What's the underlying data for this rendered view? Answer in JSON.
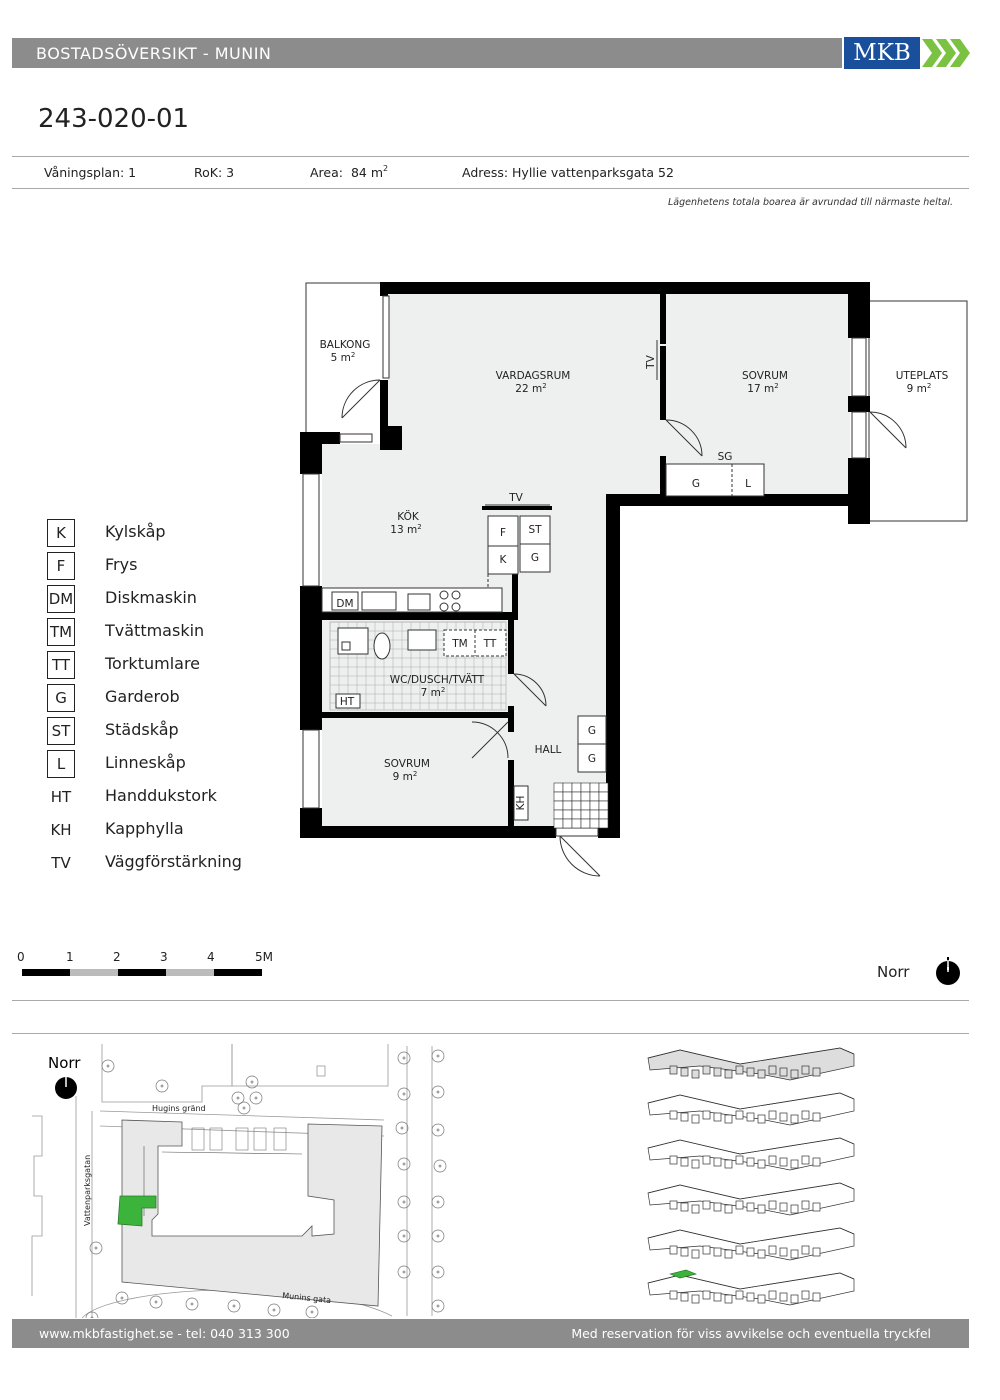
{
  "header": {
    "title": "BOSTADSÖVERSIKT - MUNIN",
    "logo_text": "MKB",
    "brand_blue": "#1a4f9c",
    "brand_green": "#7cc242",
    "bar_gray": "#8c8c8c"
  },
  "apartment_id": "243-020-01",
  "info": {
    "floor_label": "Våningsplan: 1",
    "rok_label": "RoK: 3",
    "area_label": "Area:",
    "area_value": "84 m",
    "area_sup": "2",
    "address_label": "Adress: Hyllie vattenparksgata 52"
  },
  "note": "Lägenhetens totala boarea är avrundad till närmaste heltal.",
  "rooms": [
    {
      "name": "BALKONG",
      "area": "5 m",
      "sup": "2"
    },
    {
      "name": "VARDAGSRUM",
      "area": "22 m",
      "sup": "2"
    },
    {
      "name": "SOVRUM",
      "area": "17 m",
      "sup": "2"
    },
    {
      "name": "UTEPLATS",
      "area": "9 m",
      "sup": "2"
    },
    {
      "name": "KÖK",
      "area": "13 m",
      "sup": "2"
    },
    {
      "name": "WC/DUSCH/TVÄTT",
      "area": "7 m",
      "sup": "2"
    },
    {
      "name": "SOVRUM",
      "area": "9 m",
      "sup": "2"
    },
    {
      "name": "HALL",
      "area": "",
      "sup": ""
    }
  ],
  "fixtures": {
    "tv": "TV",
    "sg": "SG",
    "g": "G",
    "l": "L",
    "f": "F",
    "st": "ST",
    "k": "K",
    "dm": "DM",
    "tm": "TM",
    "tt": "TT",
    "ht": "HT",
    "kh": "KH"
  },
  "legend": [
    {
      "code": "K",
      "label": "Kylskåp",
      "boxed": true
    },
    {
      "code": "F",
      "label": "Frys",
      "boxed": true
    },
    {
      "code": "DM",
      "label": "Diskmaskin",
      "boxed": true
    },
    {
      "code": "TM",
      "label": "Tvättmaskin",
      "boxed": true
    },
    {
      "code": "TT",
      "label": "Torktumlare",
      "boxed": true
    },
    {
      "code": "G",
      "label": "Garderob",
      "boxed": true
    },
    {
      "code": "ST",
      "label": "Städskåp",
      "boxed": true
    },
    {
      "code": "L",
      "label": "Linneskåp",
      "boxed": true
    },
    {
      "code": "HT",
      "label": "Handdukstork",
      "boxed": false
    },
    {
      "code": "KH",
      "label": "Kapphylla",
      "boxed": false
    },
    {
      "code": "TV",
      "label": "Väggförstärkning",
      "boxed": false
    }
  ],
  "scale": {
    "labels": [
      "0",
      "1",
      "2",
      "3",
      "4",
      "5M"
    ]
  },
  "north_label": "Norr",
  "site_map": {
    "north_label": "Norr",
    "street_1": "Hugins gränd",
    "street_2": "Vattenparksgatan",
    "street_3": "Munins gata",
    "highlight_color": "#3cb43c"
  },
  "footer": {
    "left": "www.mkbfastighet.se - tel: 040 313 300",
    "right": "Med reservation för viss avvikelse och eventuella tryckfel"
  }
}
